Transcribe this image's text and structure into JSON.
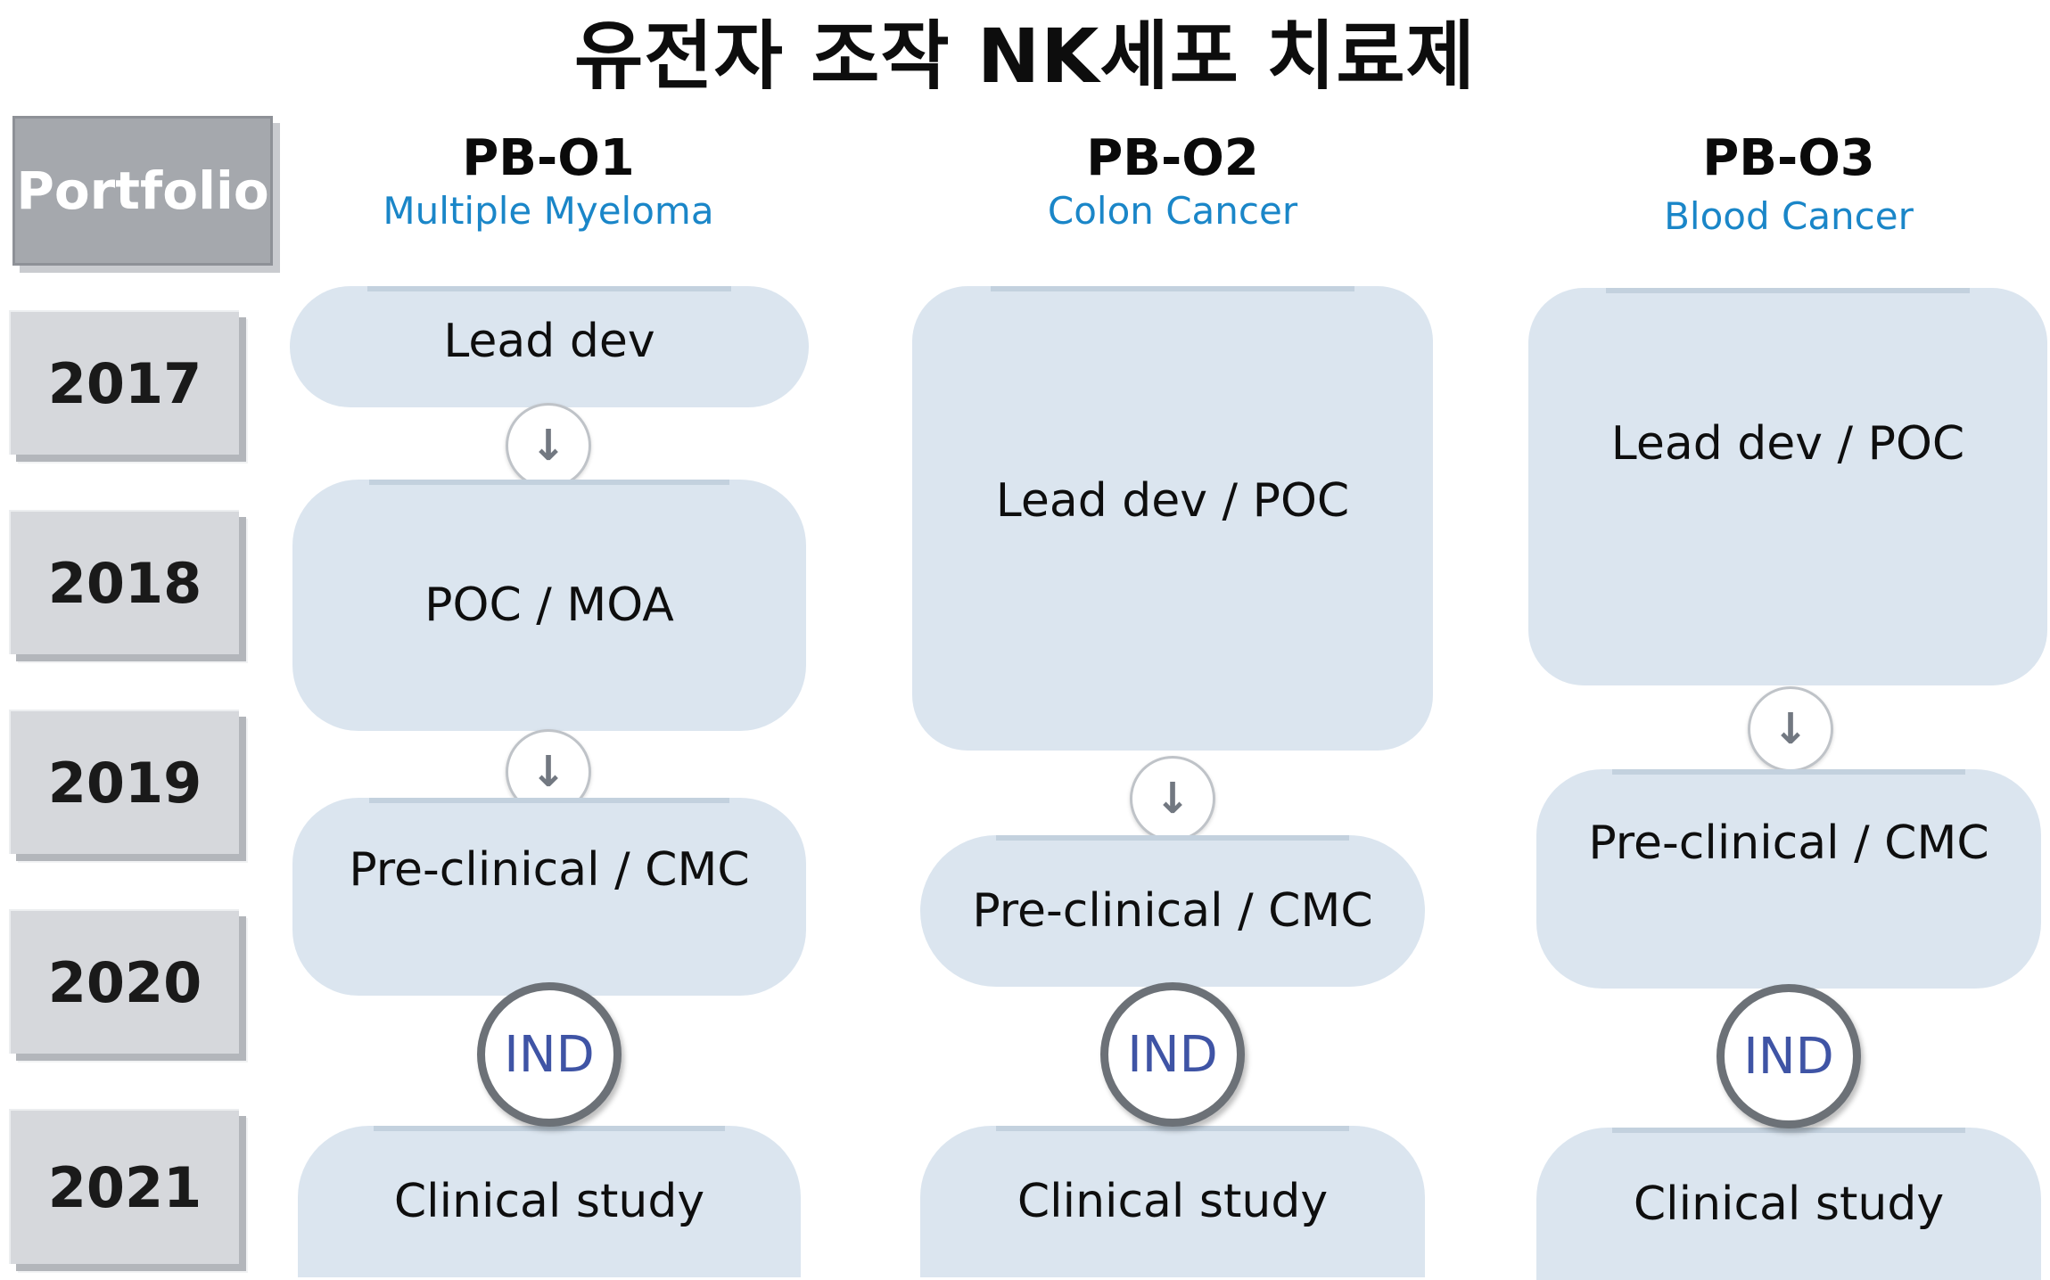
{
  "title": "유전자 조작 NK세포 치료제",
  "portfolio_label": "Portfolio",
  "years": [
    "2017",
    "2018",
    "2019",
    "2020",
    "2021"
  ],
  "columns": [
    {
      "code": "PB-O1",
      "subtitle": "Multiple Myeloma",
      "stages": [
        "Lead dev",
        "POC / MOA",
        "Pre-clinical / CMC",
        "Clinical study"
      ],
      "milestone": "IND"
    },
    {
      "code": "PB-O2",
      "subtitle": "Colon Cancer",
      "stages": [
        "Lead dev / POC",
        "Pre-clinical / CMC",
        "Clinical study"
      ],
      "milestone": "IND"
    },
    {
      "code": "PB-O3",
      "subtitle": "Blood Cancer",
      "stages": [
        "Lead dev / POC",
        "Pre-clinical / CMC",
        "Clinical study"
      ],
      "milestone": "IND"
    }
  ],
  "arrow_glyph": "↓",
  "colors": {
    "stage_fill": "#dbe5ef",
    "subtitle_blue": "#1a86c8",
    "ind_text": "#3f54a5",
    "year_box": "#d6d8dc",
    "portfolio_box": "#a5a8ad"
  }
}
